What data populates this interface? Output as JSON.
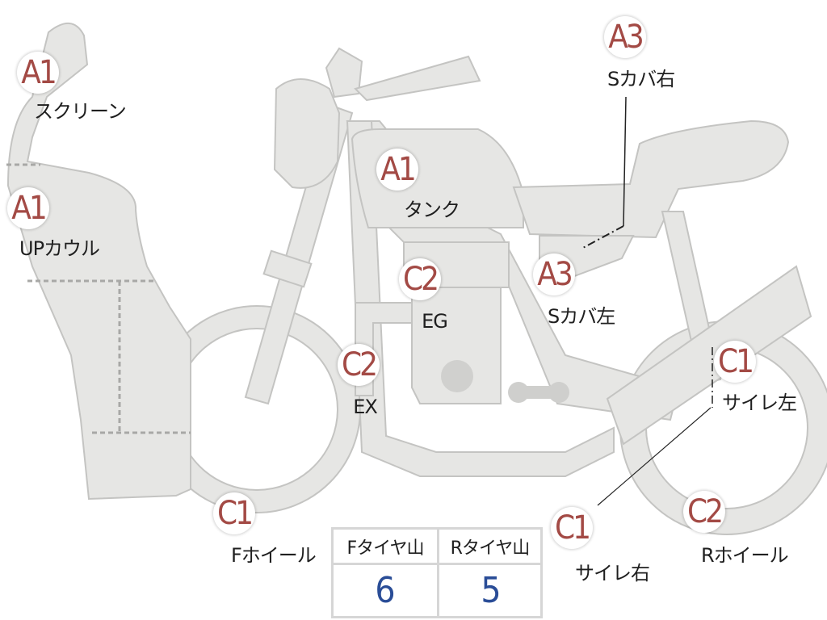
{
  "colors": {
    "part_fill": "#e6e6e4",
    "part_stroke": "#c4c4c2",
    "grade_text": "#a34a45",
    "value_text": "#2a4d97"
  },
  "parts": {
    "screen": {
      "grade": "A1",
      "name": "スクリーン"
    },
    "upper_cowl": {
      "grade": "A1",
      "name": "UPカウル"
    },
    "tank": {
      "grade": "A1",
      "name": "タンク"
    },
    "side_cover_r": {
      "grade": "A3",
      "name": "Sカバ右"
    },
    "side_cover_l": {
      "grade": "A3",
      "name": "Sカバ左"
    },
    "engine": {
      "grade": "C2",
      "name": "EG"
    },
    "exhaust": {
      "grade": "C2",
      "name": "EX"
    },
    "muffler_l": {
      "grade": "C1",
      "name": "サイレ左"
    },
    "muffler_r": {
      "grade": "C1",
      "name": "サイレ右"
    },
    "front_wheel": {
      "grade": "C1",
      "name": "Fホイール"
    },
    "rear_wheel": {
      "grade": "C2",
      "name": "Rホイール"
    }
  },
  "tire_tread": {
    "front_label": "Fタイヤ山",
    "rear_label": "Rタイヤ山",
    "front_value": "6",
    "rear_value": "5"
  }
}
